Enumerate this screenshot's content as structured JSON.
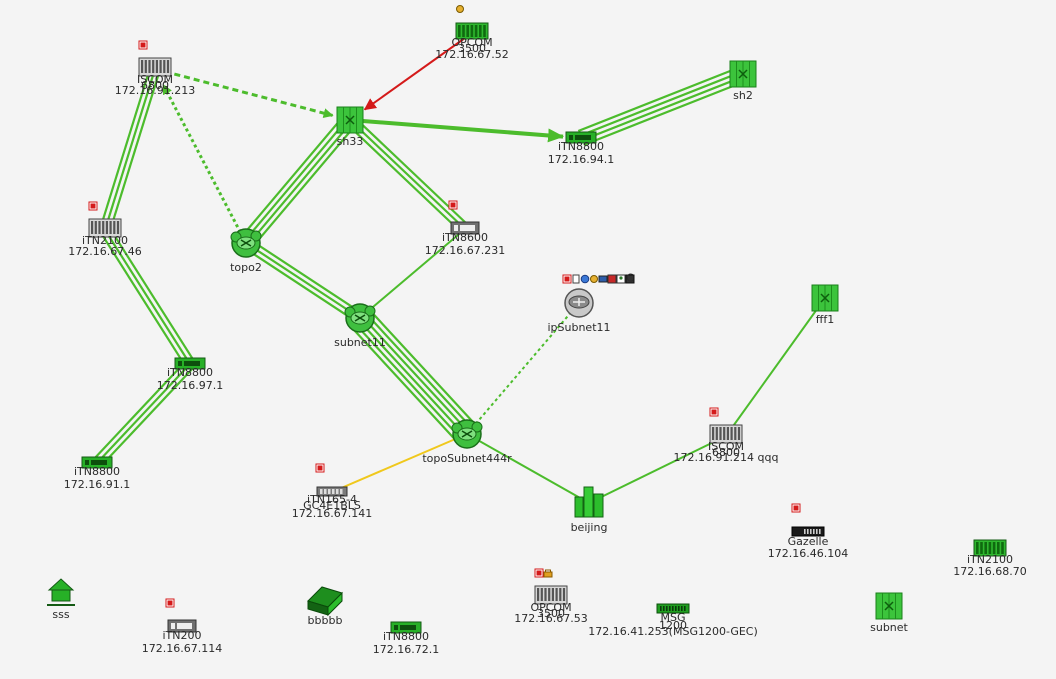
{
  "colors": {
    "background": "#f4f4f4",
    "link_normal": "#4cbc2c",
    "link_active": "#d41a1a",
    "link_warning": "#f0c81c",
    "device_green": "#22b122",
    "device_gray": "#8a8a8a",
    "label": "#2a2a2a"
  },
  "nodes": [
    {
      "id": "opcom-52",
      "label": "172.16.67.52",
      "device_text": "OPCOM\n3500",
      "kind": "green-rack",
      "status_icons": [
        "tool-icon"
      ]
    },
    {
      "id": "iscom-213",
      "label": "172.16.91.213",
      "device_text": "ISCOM\n6800",
      "kind": "gray-chassis",
      "status_icons": [
        "alarm-icon"
      ]
    },
    {
      "id": "sh33",
      "label": "sh33",
      "device_text": "",
      "kind": "green-cube",
      "status_icons": []
    },
    {
      "id": "itn8800-94",
      "label": "172.16.94.1",
      "device_text": "iTN8800",
      "kind": "green-switch",
      "status_icons": []
    },
    {
      "id": "sh2",
      "label": "sh2",
      "device_text": "",
      "kind": "green-cube",
      "status_icons": []
    },
    {
      "id": "itn2100-46",
      "label": "172.16.67.46",
      "device_text": "iTN2100",
      "kind": "gray-chassis",
      "status_icons": [
        "alarm-icon"
      ]
    },
    {
      "id": "topo2",
      "label": "topo2",
      "device_text": "",
      "kind": "cloud",
      "status_icons": []
    },
    {
      "id": "itn8600-231",
      "label": "172.16.67.231",
      "device_text": "iTN8600",
      "kind": "gray-switch",
      "status_icons": [
        "alarm-icon"
      ]
    },
    {
      "id": "subnet11",
      "label": "subnet11",
      "device_text": "",
      "kind": "cloud",
      "status_icons": []
    },
    {
      "id": "ipsubnet11",
      "label": "ipSubnet11",
      "device_text": "",
      "kind": "router",
      "status_icons": [
        "alarm-icon",
        "doc-icon",
        "globe-icon",
        "tool-icon",
        "monitor-icon",
        "flag-icon",
        "user-icon",
        "c-badge-icon"
      ]
    },
    {
      "id": "fff1",
      "label": "fff1",
      "device_text": "",
      "kind": "green-cube",
      "status_icons": []
    },
    {
      "id": "itn8800-97",
      "label": "172.16.97.1",
      "device_text": "iTN8800",
      "kind": "green-switch",
      "status_icons": []
    },
    {
      "id": "toposubnet444r",
      "label": "topoSubnet444r",
      "device_text": "",
      "kind": "cloud",
      "status_icons": []
    },
    {
      "id": "iscom-214",
      "label": "172.16.91.214 qqq",
      "device_text": "ISCOM\n6800",
      "kind": "gray-chassis",
      "status_icons": [
        "alarm-icon"
      ]
    },
    {
      "id": "itn8800-91",
      "label": "172.16.91.1",
      "device_text": "iTN8800",
      "kind": "green-switch",
      "status_icons": []
    },
    {
      "id": "itn165-141",
      "label": "172.16.67.141",
      "device_text": "iTN165-4\nGC4E1BLS",
      "kind": "gray-flat",
      "status_icons": [
        "alarm-icon"
      ]
    },
    {
      "id": "beijing",
      "label": "beijing",
      "device_text": "",
      "kind": "city",
      "status_icons": []
    },
    {
      "id": "gazelle-104",
      "label": "172.16.46.104",
      "device_text": "Gazelle",
      "kind": "black-flat",
      "status_icons": [
        "alarm-icon"
      ]
    },
    {
      "id": "itn2100-70",
      "label": "172.16.68.70",
      "device_text": "iTN2100",
      "kind": "green-rack",
      "status_icons": []
    },
    {
      "id": "sss",
      "label": "sss",
      "device_text": "",
      "kind": "house",
      "status_icons": []
    },
    {
      "id": "itn200-114",
      "label": "172.16.67.114",
      "device_text": "iTN200",
      "kind": "gray-switch",
      "status_icons": [
        "alarm-icon"
      ]
    },
    {
      "id": "bbbbb",
      "label": "bbbbb",
      "device_text": "",
      "kind": "stack",
      "status_icons": []
    },
    {
      "id": "itn8800-72",
      "label": "172.16.72.1",
      "device_text": "iTN8800",
      "kind": "green-switch",
      "status_icons": []
    },
    {
      "id": "opcom-53",
      "label": "172.16.67.53",
      "device_text": "OPCOM\n3500",
      "kind": "gray-chassis",
      "status_icons": [
        "alarm-icon",
        "lock-icon"
      ]
    },
    {
      "id": "msg1200",
      "label": "172.16.41.253(MSG1200-GEC)",
      "device_text": "MSG\n1200",
      "kind": "green-flat",
      "status_icons": []
    },
    {
      "id": "subnet",
      "label": "subnet",
      "device_text": "",
      "kind": "green-cube",
      "status_icons": []
    }
  ],
  "links": [
    {
      "from": "opcom-52",
      "to": "sh33",
      "style": "arrow",
      "color": "link_active"
    },
    {
      "from": "iscom-213",
      "to": "sh33",
      "style": "dashed-arrow",
      "color": "link_normal"
    },
    {
      "from": "sh33",
      "to": "itn8800-94",
      "style": "thick-arrow",
      "color": "link_normal"
    },
    {
      "from": "itn8800-94",
      "to": "sh2",
      "style": "multi",
      "count": 4,
      "color": "link_normal"
    },
    {
      "from": "iscom-213",
      "to": "itn2100-46",
      "style": "multi",
      "count": 3,
      "color": "link_normal"
    },
    {
      "from": "topo2",
      "to": "iscom-213",
      "style": "dotted-arrow",
      "color": "link_normal"
    },
    {
      "from": "topo2",
      "to": "sh33",
      "style": "multi",
      "count": 4,
      "color": "link_normal"
    },
    {
      "from": "sh33",
      "to": "itn8600-231",
      "style": "multi",
      "count": 3,
      "color": "link_normal"
    },
    {
      "from": "topo2",
      "to": "subnet11",
      "style": "multi",
      "count": 3,
      "color": "link_normal"
    },
    {
      "from": "itn8600-231",
      "to": "subnet11",
      "style": "single",
      "color": "link_normal"
    },
    {
      "from": "itn2100-46",
      "to": "itn8800-97",
      "style": "multi",
      "count": 3,
      "color": "link_normal"
    },
    {
      "from": "itn8800-97",
      "to": "itn8800-91",
      "style": "multi",
      "count": 3,
      "color": "link_normal"
    },
    {
      "from": "subnet11",
      "to": "toposubnet444r",
      "style": "multi",
      "count": 6,
      "color": "link_normal"
    },
    {
      "from": "ipsubnet11",
      "to": "toposubnet444r",
      "style": "dotted",
      "color": "link_normal"
    },
    {
      "from": "toposubnet444r",
      "to": "itn165-141",
      "style": "single",
      "color": "link_warning"
    },
    {
      "from": "toposubnet444r",
      "to": "beijing",
      "style": "single",
      "color": "link_normal"
    },
    {
      "from": "beijing",
      "to": "iscom-214",
      "style": "single",
      "color": "link_normal"
    },
    {
      "from": "iscom-214",
      "to": "fff1",
      "style": "single",
      "color": "link_normal"
    }
  ]
}
